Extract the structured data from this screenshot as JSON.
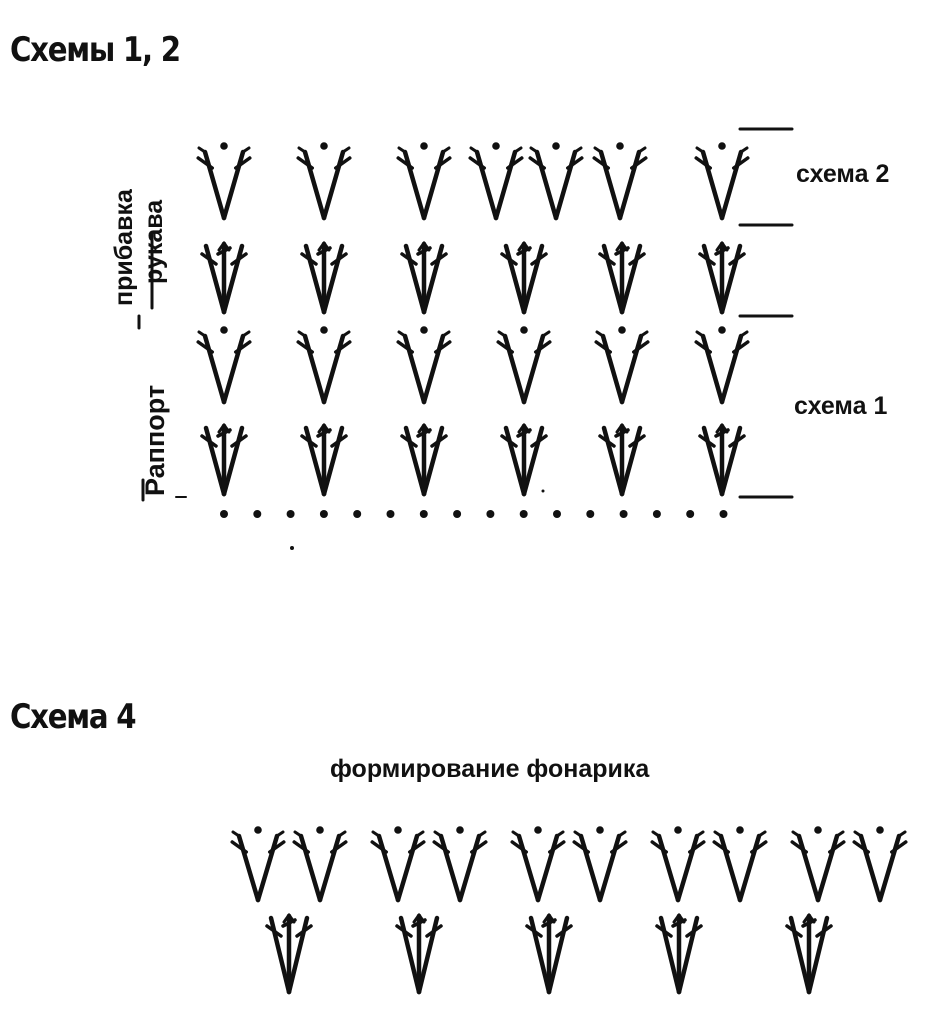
{
  "headings": {
    "schemes_1_2": "Схемы 1, 2",
    "scheme_4": "Схема 4"
  },
  "labels": {
    "scheme_2": "схема 2",
    "scheme_1": "схема 1",
    "sleeve_increase_line1": "прибавка",
    "sleeve_increase_line2": "рукава",
    "rapport": "Раппорт",
    "lantern_forming": "формирование фонарика"
  },
  "symbols": {
    "chain_stitch": "chain-dot",
    "increase_v": "v-increase",
    "fan_cluster": "fan-cluster"
  },
  "colors": {
    "ink": "#111111",
    "background": "#ffffff"
  }
}
